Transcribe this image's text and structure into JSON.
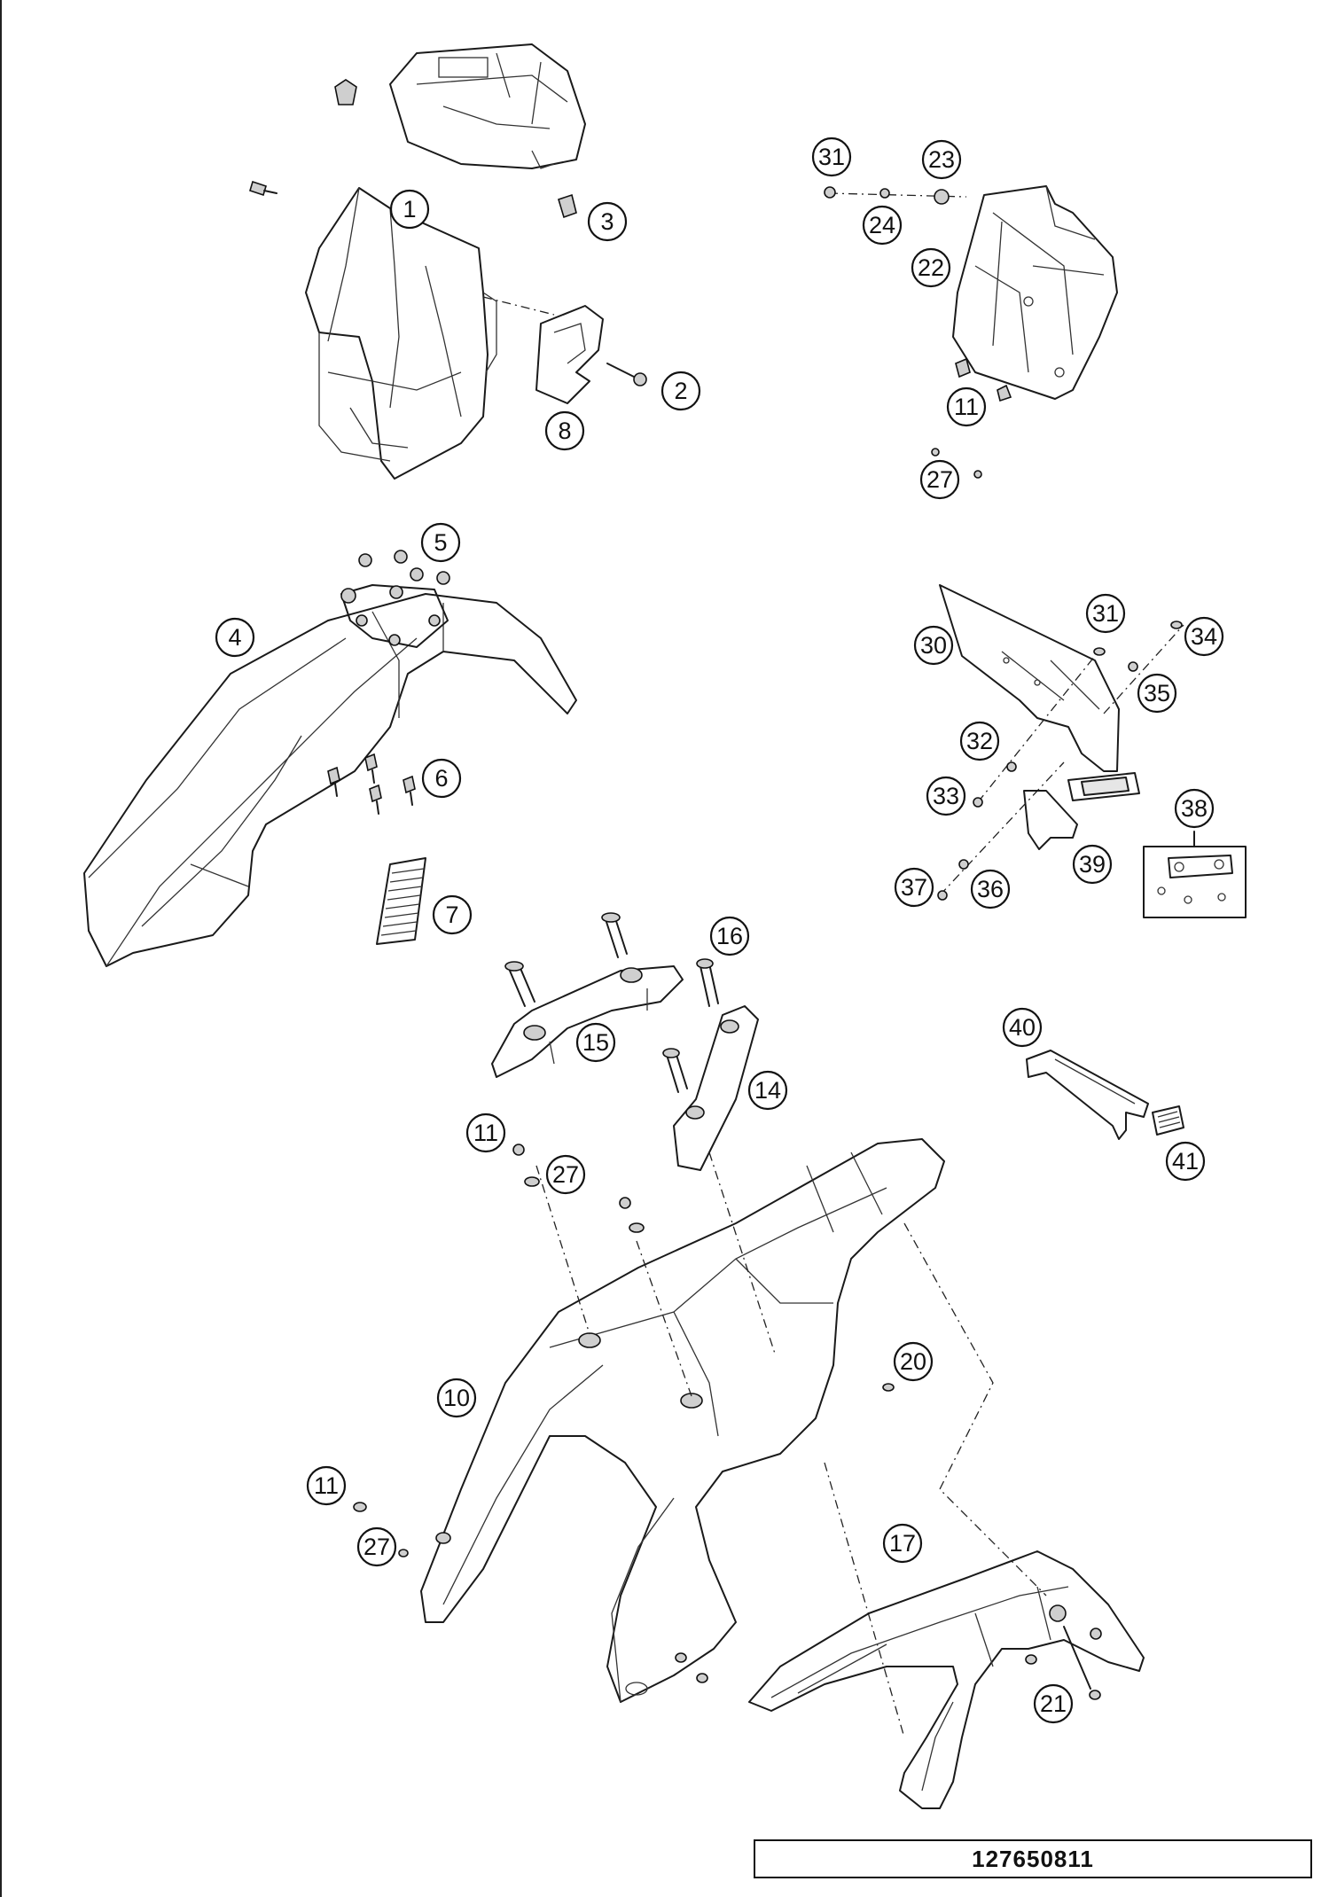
{
  "drawing_number": "127650811",
  "callouts": [
    {
      "id": "c1",
      "label": "1"
    },
    {
      "id": "c2",
      "label": "2"
    },
    {
      "id": "c3",
      "label": "3"
    },
    {
      "id": "c4",
      "label": "4"
    },
    {
      "id": "c5",
      "label": "5"
    },
    {
      "id": "c6",
      "label": "6"
    },
    {
      "id": "c7",
      "label": "7"
    },
    {
      "id": "c8",
      "label": "8"
    },
    {
      "id": "c10",
      "label": "10"
    },
    {
      "id": "c11a",
      "label": "11"
    },
    {
      "id": "c11b",
      "label": "11"
    },
    {
      "id": "c11c",
      "label": "11"
    },
    {
      "id": "c14",
      "label": "14"
    },
    {
      "id": "c15",
      "label": "15"
    },
    {
      "id": "c16",
      "label": "16"
    },
    {
      "id": "c17",
      "label": "17"
    },
    {
      "id": "c20",
      "label": "20"
    },
    {
      "id": "c21",
      "label": "21"
    },
    {
      "id": "c22",
      "label": "22"
    },
    {
      "id": "c23",
      "label": "23"
    },
    {
      "id": "c24",
      "label": "24"
    },
    {
      "id": "c27a",
      "label": "27"
    },
    {
      "id": "c27b",
      "label": "27"
    },
    {
      "id": "c27c",
      "label": "27"
    },
    {
      "id": "c30",
      "label": "30"
    },
    {
      "id": "c31a",
      "label": "31"
    },
    {
      "id": "c31b",
      "label": "31"
    },
    {
      "id": "c32",
      "label": "32"
    },
    {
      "id": "c33",
      "label": "33"
    },
    {
      "id": "c34",
      "label": "34"
    },
    {
      "id": "c35",
      "label": "35"
    },
    {
      "id": "c36",
      "label": "36"
    },
    {
      "id": "c37",
      "label": "37"
    },
    {
      "id": "c38",
      "label": "38"
    },
    {
      "id": "c39",
      "label": "39"
    },
    {
      "id": "c40",
      "label": "40"
    },
    {
      "id": "c41",
      "label": "41"
    }
  ]
}
